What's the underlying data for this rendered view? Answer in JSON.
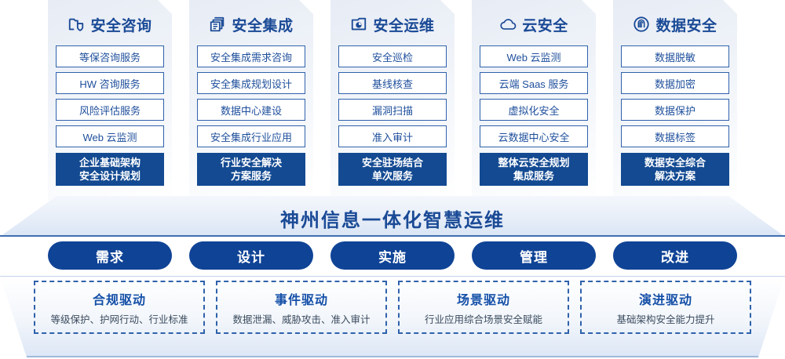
{
  "columns": [
    {
      "icon": "folder-shield-icon",
      "title": "安全咨询",
      "items": [
        "等保咨询服务",
        "HW 咨询服务",
        "风险评估服务",
        "Web 云监测"
      ],
      "footer_line1": "企业基础架构",
      "footer_line2": "安全设计规划"
    },
    {
      "icon": "stacked-documents-icon",
      "title": "安全集成",
      "items": [
        "安全集成需求咨询",
        "安全集成规划设计",
        "数据中心建设",
        "安全集成行业应用"
      ],
      "footer_line1": "行业安全解决",
      "footer_line2": "方案服务"
    },
    {
      "icon": "monitor-chart-icon",
      "title": "安全运维",
      "items": [
        "安全巡检",
        "基线核查",
        "漏洞扫描",
        "准入审计"
      ],
      "footer_line1": "安全驻场结合",
      "footer_line2": "单次服务"
    },
    {
      "icon": "cloud-icon",
      "title": "云安全",
      "items": [
        "Web 云监测",
        "云端 Saas 服务",
        "虚拟化安全",
        "云数据中心安全"
      ],
      "footer_line1": "整体云安全规划",
      "footer_line2": "集成服务"
    },
    {
      "icon": "fingerprint-icon",
      "title": "数据安全",
      "items": [
        "数据脱敏",
        "数据加密",
        "数据保护",
        "数据标签"
      ],
      "footer_line1": "数据安全综合",
      "footer_line2": "解决方案"
    }
  ],
  "banner": {
    "text": "神州信息一体化智慧运维"
  },
  "pills": [
    {
      "label": "需求"
    },
    {
      "label": "设计"
    },
    {
      "label": "实施"
    },
    {
      "label": "管理"
    },
    {
      "label": "改进"
    }
  ],
  "drivers": [
    {
      "title": "合规驱动",
      "subtitle": "等级保护、护网行动、行业标准"
    },
    {
      "title": "事件驱动",
      "subtitle": "数据泄漏、威胁攻击、准入审计"
    },
    {
      "title": "场景驱动",
      "subtitle": "行业应用综合场景安全赋能"
    },
    {
      "title": "演进驱动",
      "subtitle": "基础架构安全能力提升"
    }
  ],
  "colors": {
    "primary_blue": "#1a4a96",
    "deep_blue": "#134a92",
    "pill_blue": "#0f4396",
    "border_blue": "#2f62ab",
    "panel_bg": "#e7ecf5"
  }
}
